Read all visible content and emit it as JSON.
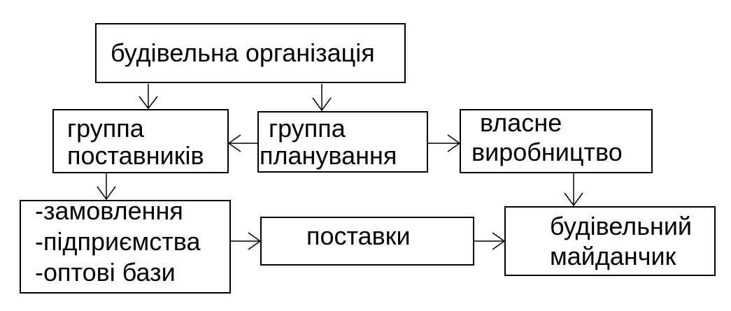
{
  "org": {
    "label": "будівельна організація"
  },
  "suppliers": {
    "line1": "группа",
    "line2": "поставників"
  },
  "planning": {
    "line1": "группа",
    "line2": "планування"
  },
  "own_production": {
    "line1": "власне",
    "line2": "виробництво"
  },
  "sources": {
    "items": [
      "-замовлення",
      "-підприємства",
      "-оптові бази"
    ]
  },
  "deliveries": {
    "label": "поставки"
  },
  "site": {
    "line1": "будівельний",
    "line2": "майданчик"
  }
}
